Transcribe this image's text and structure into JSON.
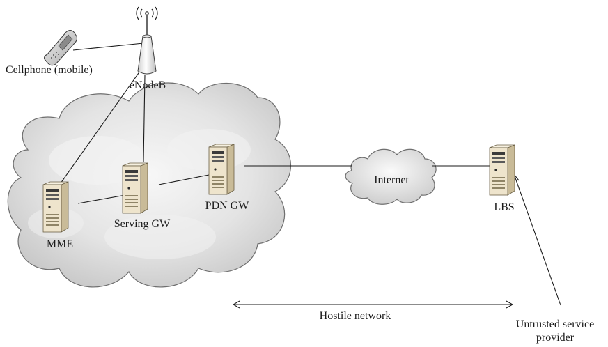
{
  "labels": {
    "cellphone": "Cellphone (mobile)",
    "enodeb": "eNodeB",
    "mme": "MME",
    "serving_gw": "Serving GW",
    "pdn_gw": "PDN GW",
    "internet": "Internet",
    "lbs": "LBS",
    "hostile_network": "Hostile network",
    "untrusted_provider": "Untrusted service provider"
  },
  "colors": {
    "line": "#1a1a1a",
    "cloud_fill": "#d9d9d9",
    "cloud_stroke": "#6e6e6e",
    "server_front": "#eee4cc",
    "server_side": "#c9bb98",
    "server_top": "#f6f0e0"
  }
}
